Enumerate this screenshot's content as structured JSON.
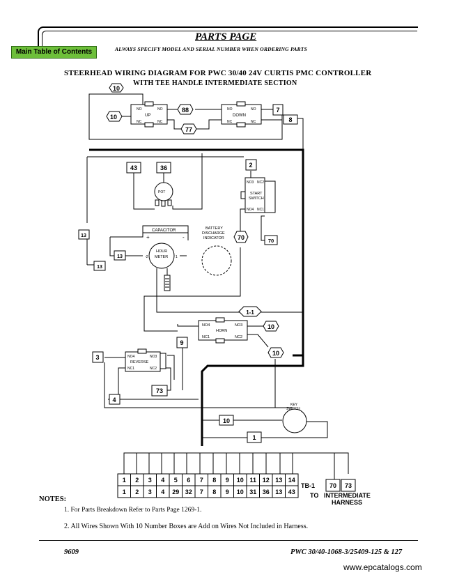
{
  "header": {
    "title": "PARTS PAGE",
    "subtitle": "ALWAYS SPECIFY MODEL AND SERIAL NUMBER WHEN ORDERING PARTS",
    "main_link": "Main Table of Contents"
  },
  "diagram": {
    "title": "STEERHEAD WIRING DIAGRAM FOR PWC 30/40 24V CURTIS PMC CONTROLLER",
    "subtitle": "WITH TEE HANDLE INTERMEDIATE SECTION",
    "components": {
      "up_switch": {
        "name": "UP",
        "no": "NO",
        "nc": "NC"
      },
      "down_switch": {
        "name": "DOWN",
        "no": "NO",
        "nc": "NC"
      },
      "pot": "POT",
      "start_switch": {
        "name_1": "START",
        "name_2": "SWITCH",
        "no3": "NO3",
        "nc2": "NC2",
        "no4": "NO4",
        "nc1": "NC1"
      },
      "capacitor": {
        "name": "CAPACITOR",
        "plus": "+",
        "minus": "-"
      },
      "battery_indicator": {
        "line1": "BATTERY",
        "line2": "DISCHARGE",
        "line3": "INDICATOR"
      },
      "hour_meter": {
        "line1": "HOUR",
        "line2": "METER",
        "neg": "-2",
        "pos": "1"
      },
      "horn": {
        "name": "HORN",
        "no4": "NO4",
        "no3": "NO3",
        "nc1": "NC1",
        "nc2": "NC2"
      },
      "reverse": {
        "name": "REVERSE",
        "no4": "NO4",
        "no3": "NO3",
        "nc1": "NC1",
        "nc2": "NC2"
      },
      "key_switch": {
        "line1": "KEY",
        "line2": "SWITCH"
      }
    },
    "wire_labels": {
      "w10_top": "10",
      "w10_left": "10",
      "w88": "88",
      "w77": "77",
      "w7": "7",
      "w8": "8",
      "w43": "43",
      "w36": "36",
      "w2": "2",
      "w13_a": "13",
      "w13_b": "13",
      "w13_c": "13",
      "w70_circle": "70",
      "w70_box": "70",
      "w1_1": "1-1",
      "w10_horn": "10",
      "w10_horn_b": "10",
      "w9": "9",
      "w3": "3",
      "w73": "73",
      "w4": "4",
      "w10_bottom": "10",
      "w1_bottom": "1"
    },
    "terminal_block": {
      "top_row": [
        "1",
        "2",
        "3",
        "4",
        "5",
        "6",
        "7",
        "8",
        "9",
        "10",
        "11",
        "12",
        "13",
        "14"
      ],
      "bottom_row": [
        "1",
        "2",
        "3",
        "4",
        "29",
        "32",
        "7",
        "8",
        "9",
        "10",
        "31",
        "36",
        "13",
        "43"
      ],
      "extra": [
        "70",
        "73"
      ],
      "label_tb": "TB-1",
      "label_to": "TO",
      "label_harness_1": "INTERMEDIATE",
      "label_harness_2": "HARNESS"
    }
  },
  "notes": {
    "header": "NOTES:",
    "note1": "1.  For Parts Breakdown Refer to Parts Page 1269-1.",
    "note2": "2. All Wires Shown With  10  Number Boxes are Add on Wires Not Included in Harness."
  },
  "footer": {
    "left": "9609",
    "right": "PWC 30/40-1068-3/25409-125 & 127",
    "watermark": "www.epcatalogs.com"
  }
}
